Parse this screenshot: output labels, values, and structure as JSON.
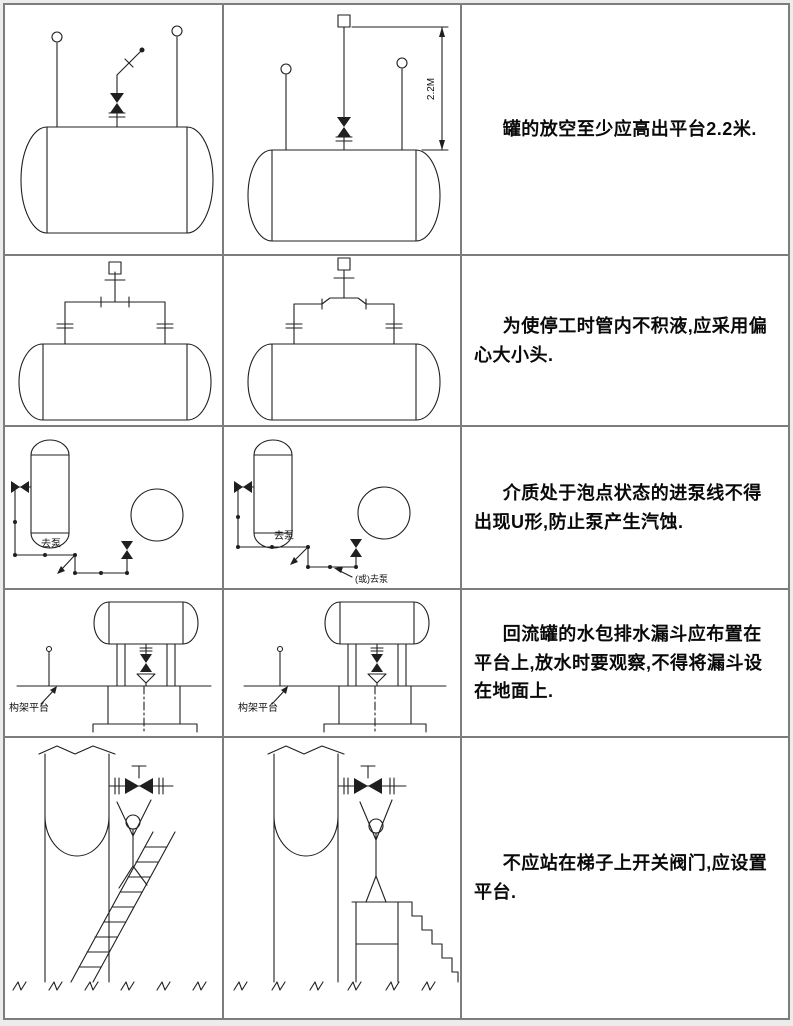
{
  "page": {
    "background": "#ffffff",
    "grid_color": "#7d7d7d",
    "line_color": "#1f1f1f"
  },
  "rows": [
    {
      "topic": "tank-vent-height",
      "caption": "罐的放空至少应高出平台2.2米.",
      "labels": {
        "dimension": "2.2M"
      }
    },
    {
      "topic": "eccentric-reducer",
      "caption": "为使停工时管内不积液,应采用偏心大小头."
    },
    {
      "topic": "pump-suction-no-u-shape",
      "caption": "介质处于泡点状态的进泵线不得出现U形,防止泵产生汽蚀.",
      "labels": {
        "to_pump": "去泵",
        "or_to_pump": "(或)去泵"
      }
    },
    {
      "topic": "drain-funnel-on-platform",
      "caption": "回流罐的水包排水漏斗应布置在平台上,放水时要观察,不得将漏斗设在地面上.",
      "labels": {
        "platform": "构架平台"
      }
    },
    {
      "topic": "valve-access-platform",
      "caption": "不应站在梯子上开关阀门,应设置平台."
    }
  ]
}
